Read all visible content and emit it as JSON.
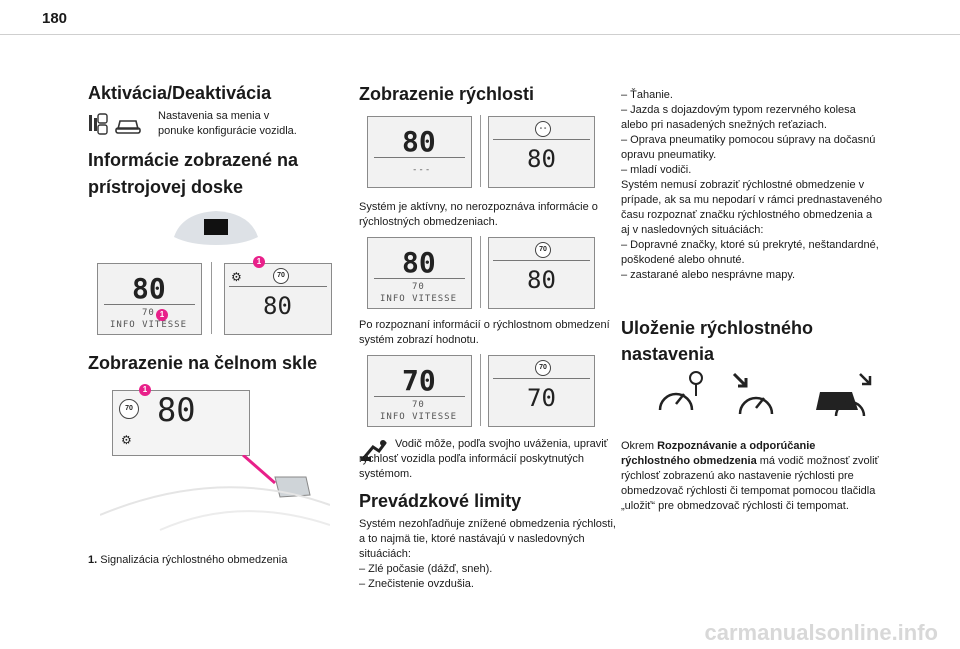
{
  "page_number": "180",
  "col1": {
    "aktivacia_title": "Aktivácia/Deaktivácia",
    "aktivacia_text": "Nastavenia sa menia v ponuke konfigurácie vozidla.",
    "info_title": "Informácie zobrazené na prístrojovej doske",
    "panel_speed": "80",
    "panel_limit": "70",
    "panel_label": "INFO VITESSE",
    "right_sign": "70",
    "right_speed": "80",
    "callout": "1",
    "celnom_title": "Zobrazenie na čelnom skle",
    "hud_sign": "70",
    "hud_speed": "80",
    "legend_num": "1.",
    "legend_text": "Signalizácia rýchlostného obmedzenia"
  },
  "col2": {
    "title": "Zobrazenie rýchlosti",
    "panel1": {
      "speed": "80",
      "small": "---",
      "sign": "- -",
      "right_speed": "80"
    },
    "text1": "Systém je aktívny, no nerozpoznáva informácie o rýchlostných obmedzeniach.",
    "panel2": {
      "speed": "80",
      "limit": "70",
      "label": "INFO VITESSE",
      "sign": "70",
      "right_speed": "80"
    },
    "text2": "Po rozpoznaní informácií o rýchlostnom obmedzení systém zobrazí hodnotu.",
    "panel3": {
      "speed": "70",
      "limit": "70",
      "label": "INFO VITESSE",
      "sign": "70",
      "right_speed": "70"
    },
    "note": "Vodič môže, podľa svojho uváženia, upraviť rýchlosť vozidla podľa informácií poskytnutých systémom.",
    "limity_title": "Prevádzkové limity",
    "limity_text": "Systém nezohľadňuje znížené obmedzenia rýchlosti, a to najmä tie, ktoré nastávajú v nasledovných situáciách:",
    "limity_items": [
      "–  Zlé počasie (dážď, sneh).",
      "–  Znečistenie ovzdušia."
    ]
  },
  "col3": {
    "items": [
      "–  Ťahanie.",
      "–  Jazda s dojazdovým typom rezervného kolesa alebo pri nasadených snežných reťaziach.",
      "–  Oprava pneumatiky pomocou súpravy na dočasnú opravu pneumatiky.",
      "–  mladí vodiči."
    ],
    "text": "Systém nemusí zobraziť rýchlostné obmedzenie v prípade, ak sa mu nepodarí v rámci prednastaveného času rozpoznať značku rýchlostného obmedzenia a aj v nasledovných situáciách:",
    "items2": [
      "–  Dopravné značky, ktoré sú prekryté, neštandardné, poškodené alebo ohnuté.",
      "–  zastarané alebo nesprávne mapy."
    ],
    "ulozenie_title": "Uloženie rýchlostného nastavenia",
    "ulozenie_pre": "Okrem ",
    "ulozenie_bold": "Rozpoznávanie a odporúčanie rýchlostného obmedzenia",
    "ulozenie_post": " má vodič možnosť zvoliť rýchlosť zobrazenú ako nastavenie rýchlosti pre obmedzovač rýchlosti či tempomat pomocou tlačidla „uložiť“ pre obmedzovač rýchlosti či tempomat."
  },
  "watermark": "carmanualsonline.info"
}
